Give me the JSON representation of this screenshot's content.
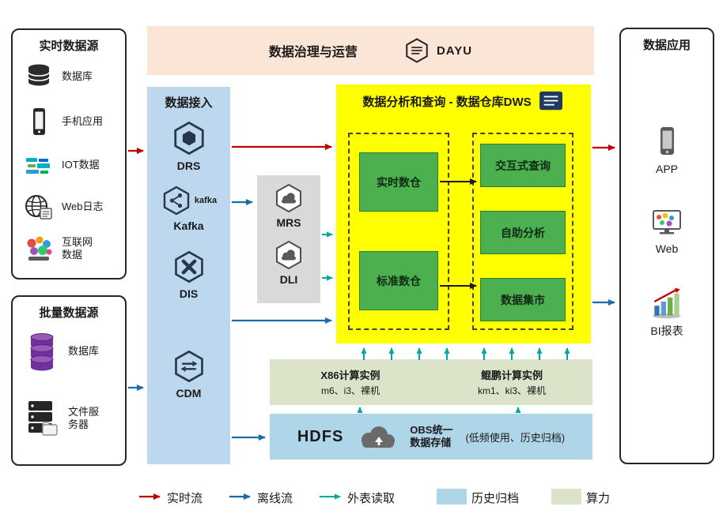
{
  "realtime_sources": {
    "title": "实时数据源",
    "items": [
      {
        "label": "数据库"
      },
      {
        "label": "手机应用"
      },
      {
        "label": "IOT数据"
      },
      {
        "label": "Web日志"
      },
      {
        "label": "互联网数据"
      }
    ]
  },
  "batch_sources": {
    "title": "批量数据源",
    "items": [
      {
        "label": "数据库"
      },
      {
        "label": "文件服务器"
      }
    ]
  },
  "governance": {
    "title": "数据治理与运营",
    "product": "DAYU"
  },
  "ingestion": {
    "title": "数据接入",
    "items": [
      {
        "label": "DRS"
      },
      {
        "label": "Kafka",
        "vendor_mark": "kafka"
      },
      {
        "label": "DIS"
      },
      {
        "label": "CDM"
      }
    ]
  },
  "compute_services": {
    "items": [
      {
        "label": "MRS"
      },
      {
        "label": "DLI"
      }
    ]
  },
  "dws": {
    "title": "数据分析和查询 - 数据仓库DWS",
    "left_group": [
      "实时数仓",
      "标准数仓"
    ],
    "right_group": [
      "交互式查询",
      "自助分析",
      "数据集市"
    ]
  },
  "compute_instances": {
    "x86": {
      "title": "X86计算实例",
      "detail": "m6、i3、裸机"
    },
    "kunpeng": {
      "title": "鲲鹏计算实例",
      "detail": "km1、ki3、裸机"
    }
  },
  "storage": {
    "hdfs_label": "HDFS",
    "obs_line1": "OBS统一",
    "obs_line2": "数据存储",
    "note": "(低频使用、历史归档)"
  },
  "applications": {
    "title": "数据应用",
    "items": [
      {
        "label": "APP"
      },
      {
        "label": "Web"
      },
      {
        "label": "BI报表"
      }
    ]
  },
  "legend": {
    "items": [
      {
        "label": "实时流",
        "swatch": "arrow",
        "color": "#c00000"
      },
      {
        "label": "离线流",
        "swatch": "arrow",
        "color": "#1b6ca8"
      },
      {
        "label": "外表读取",
        "swatch": "arrow",
        "color": "#00a99d"
      },
      {
        "label": "历史归档",
        "swatch": "box",
        "color": "#aed5e8"
      },
      {
        "label": "算力",
        "swatch": "box",
        "color": "#dbe3c8"
      }
    ]
  },
  "colors": {
    "realtime_flow": "#c00000",
    "offline_flow": "#1b6ca8",
    "external_read": "#00a99d",
    "dws_bg": "#ffff00",
    "warehouse_green": "#4caf50",
    "governance_bg": "#fbe5d6",
    "ingestion_bg": "#bdd7ee",
    "services_bg": "#d9d9d9",
    "archive_bg": "#aed5e8",
    "compute_bg": "#dbe3c8"
  }
}
